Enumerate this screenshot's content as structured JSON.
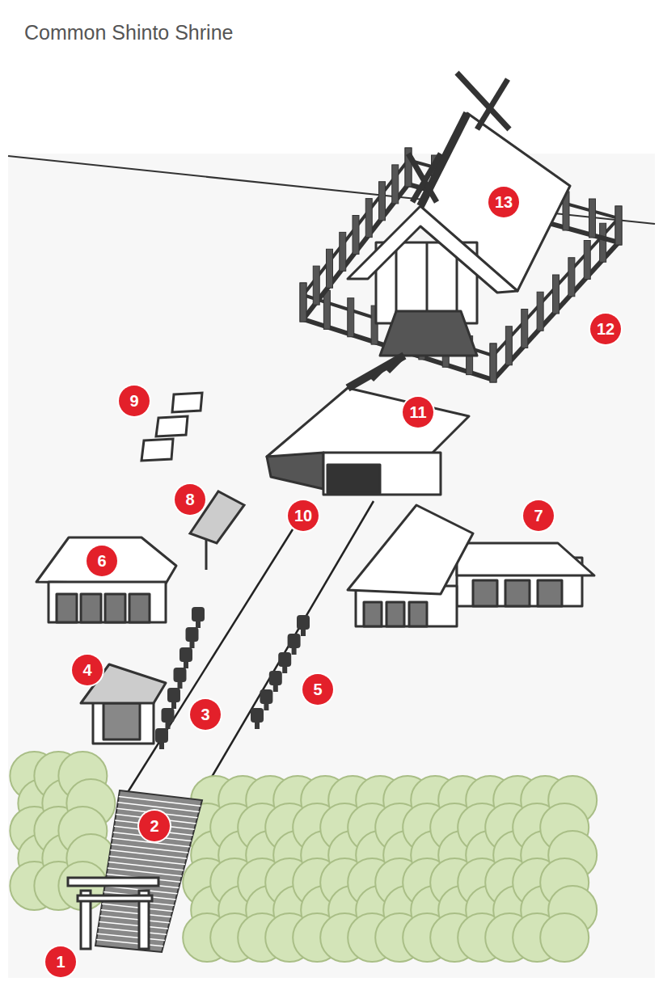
{
  "diagram": {
    "title": "Common Shinto Shrine",
    "labels": [
      "1",
      "2",
      "3",
      "4",
      "5",
      "6",
      "7",
      "8",
      "9",
      "10",
      "11",
      "12",
      "13"
    ]
  }
}
